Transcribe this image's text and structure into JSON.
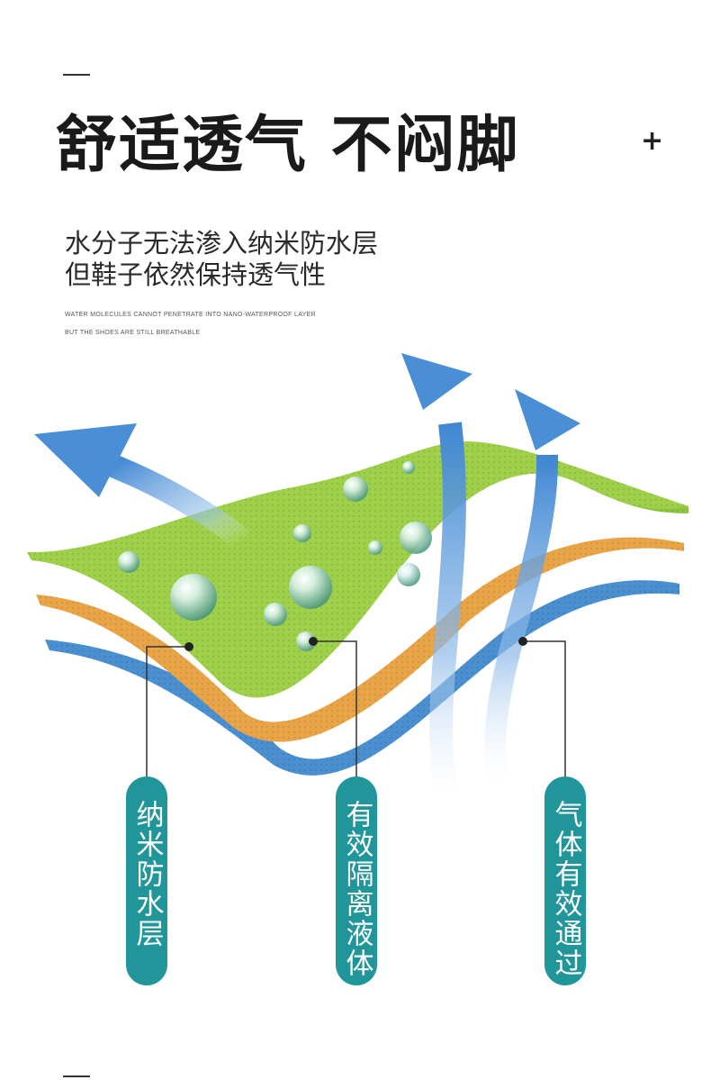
{
  "title": "舒适透气 不闷脚",
  "plus_sign": "+",
  "subtitle_line1": "水分子无法渗入纳米防水层",
  "subtitle_line2": "但鞋子依然保持透气性",
  "english_line1": "WATER MOLECULES CANNOT PENETRATE INTO NANO-WATERPROOF LAYER",
  "english_line2": "BUT THE SHOES ARE STILL BREATHABLE",
  "labels": [
    {
      "text": "纳米防水层"
    },
    {
      "text": "有效隔离液体"
    },
    {
      "text": "气体有效通过"
    }
  ],
  "colors": {
    "green_layer": "#8cc63f",
    "orange_layer": "#eaa448",
    "blue_layer": "#4a90d0",
    "arrow": "#4a8fd6",
    "pill": "#20959a"
  }
}
